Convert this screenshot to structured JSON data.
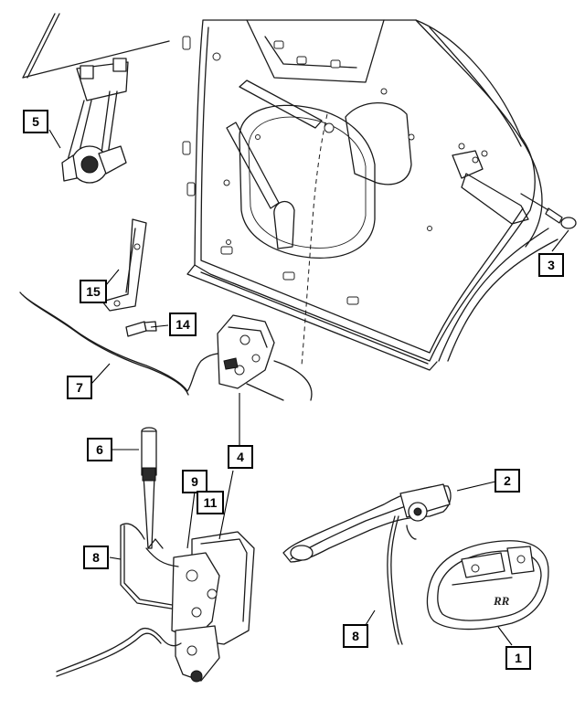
{
  "callouts": [
    {
      "id": "c1",
      "label": "1"
    },
    {
      "id": "c2",
      "label": "2"
    },
    {
      "id": "c3",
      "label": "3"
    },
    {
      "id": "c4",
      "label": "4"
    },
    {
      "id": "c5",
      "label": "5"
    },
    {
      "id": "c6",
      "label": "6"
    },
    {
      "id": "c7",
      "label": "7"
    },
    {
      "id": "c8a",
      "label": "8"
    },
    {
      "id": "c8b",
      "label": "8"
    },
    {
      "id": "c9",
      "label": "9"
    },
    {
      "id": "c11",
      "label": "11"
    },
    {
      "id": "c14",
      "label": "14"
    },
    {
      "id": "c15",
      "label": "15"
    }
  ],
  "handle_badge": "RR"
}
